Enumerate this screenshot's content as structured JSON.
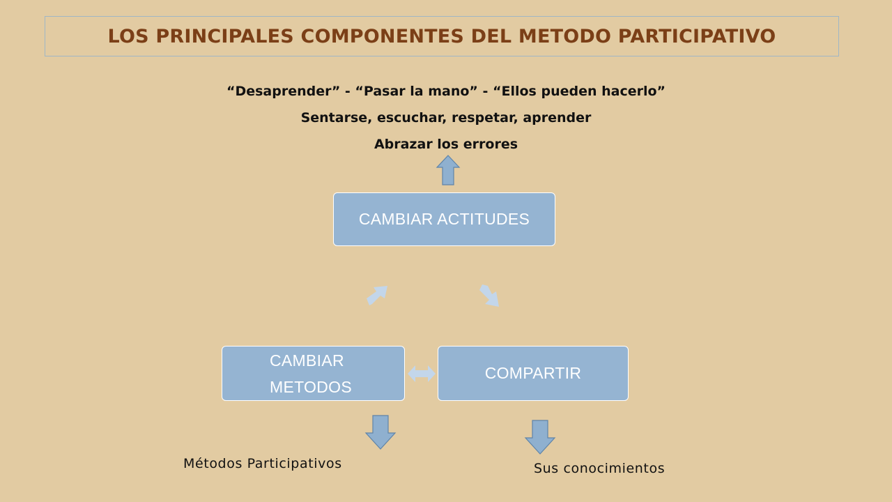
{
  "header": {
    "title": "LOS PRINCIPALES COMPONENTES DEL METODO PARTICIPATIVO"
  },
  "bullets": [
    "“Desaprender” -   “Pasar la mano”   -   “Ellos pueden hacerlo”",
    "Sentarse, escuchar, respetar, aprender",
    "Abrazar los errores"
  ],
  "cycle": {
    "top": "CAMBIAR ACTITUDES",
    "left_line1": "CAMBIAR",
    "left_line2": "METODOS",
    "right": "COMPARTIR"
  },
  "captions": {
    "left": "Métodos  Participativos",
    "right": "Sus conocimientos"
  },
  "colors": {
    "background": "#e2cba2",
    "title": "#7b3f17",
    "box_fill": "#95b4d2",
    "arrow_fill": "#8fb0cf"
  }
}
